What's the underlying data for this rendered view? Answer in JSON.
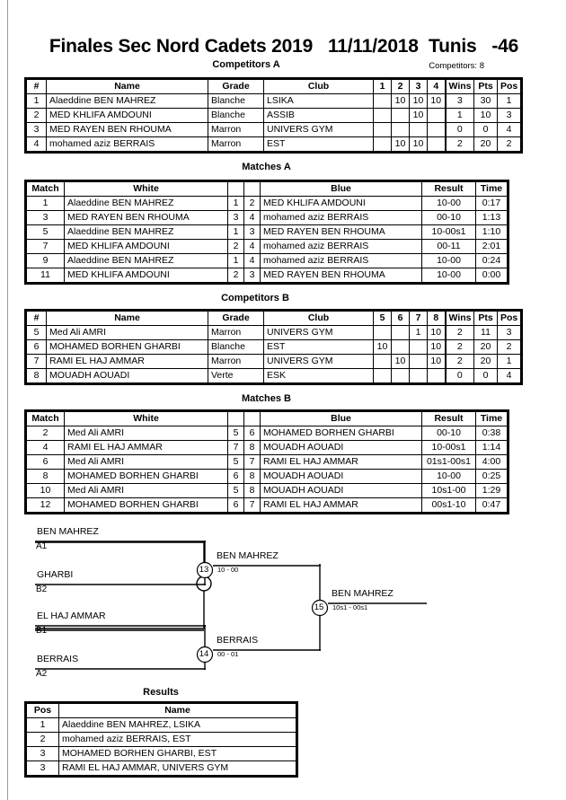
{
  "header": {
    "title": "Finales Sec Nord Cadets 2019   11/11/2018  Tunis   -46",
    "competitors_count_label": "Competitors: 8"
  },
  "sections": {
    "competitors_a": "Competitors A",
    "matches_a": "Matches A",
    "competitors_b": "Competitors B",
    "matches_b": "Matches B",
    "results": "Results"
  },
  "competitors_table": {
    "headers": [
      "#",
      "Name",
      "Grade",
      "Club",
      "Wins",
      "Pts",
      "Pos"
    ],
    "group_a": {
      "round_headers": [
        "1",
        "2",
        "3",
        "4"
      ],
      "rows": [
        {
          "num": "1",
          "name": "Alaeddine BEN MAHREZ",
          "grade": "Blanche",
          "club": "LSIKA",
          "scores": [
            "",
            "10",
            "10",
            "10"
          ],
          "wins": "3",
          "pts": "30",
          "pos": "1"
        },
        {
          "num": "2",
          "name": "MED KHLIFA AMDOUNI",
          "grade": "Blanche",
          "club": "ASSIB",
          "scores": [
            "",
            "",
            "10",
            ""
          ],
          "wins": "1",
          "pts": "10",
          "pos": "3"
        },
        {
          "num": "3",
          "name": "MED RAYEN BEN RHOUMA",
          "grade": "Marron",
          "club": "UNIVERS GYM",
          "scores": [
            "",
            "",
            "",
            ""
          ],
          "wins": "0",
          "pts": "0",
          "pos": "4"
        },
        {
          "num": "4",
          "name": "mohamed aziz BERRAIS",
          "grade": "Marron",
          "club": "EST",
          "scores": [
            "",
            "10",
            "10",
            ""
          ],
          "wins": "2",
          "pts": "20",
          "pos": "2"
        }
      ]
    },
    "group_b": {
      "round_headers": [
        "5",
        "6",
        "7",
        "8"
      ],
      "rows": [
        {
          "num": "5",
          "name": "Med Ali AMRI",
          "grade": "Marron",
          "club": "UNIVERS GYM",
          "scores": [
            "",
            "",
            "1",
            "10"
          ],
          "wins": "2",
          "pts": "11",
          "pos": "3"
        },
        {
          "num": "6",
          "name": "MOHAMED BORHEN GHARBI",
          "grade": "Blanche",
          "club": "EST",
          "scores": [
            "10",
            "",
            "",
            "10"
          ],
          "wins": "2",
          "pts": "20",
          "pos": "2"
        },
        {
          "num": "7",
          "name": "RAMI EL HAJ AMMAR",
          "grade": "Marron",
          "club": "UNIVERS GYM",
          "scores": [
            "",
            "10",
            "",
            "10"
          ],
          "wins": "2",
          "pts": "20",
          "pos": "1"
        },
        {
          "num": "8",
          "name": "MOUADH AOUADI",
          "grade": "Verte",
          "club": "ESK",
          "scores": [
            "",
            "",
            "",
            ""
          ],
          "wins": "0",
          "pts": "0",
          "pos": "4"
        }
      ]
    }
  },
  "matches_table": {
    "headers": [
      "Match",
      "White",
      "Blue",
      "Result",
      "Time"
    ],
    "group_a": [
      {
        "match": "1",
        "white": "Alaeddine BEN MAHREZ",
        "white_seed": "1",
        "blue_seed": "2",
        "blue": "MED KHLIFA AMDOUNI",
        "result": "10-00",
        "time": "0:17"
      },
      {
        "match": "3",
        "white": "MED RAYEN BEN RHOUMA",
        "white_seed": "3",
        "blue_seed": "4",
        "blue": "mohamed aziz BERRAIS",
        "result": "00-10",
        "time": "1:13"
      },
      {
        "match": "5",
        "white": "Alaeddine BEN MAHREZ",
        "white_seed": "1",
        "blue_seed": "3",
        "blue": "MED RAYEN BEN RHOUMA",
        "result": "10-00s1",
        "time": "1:10"
      },
      {
        "match": "7",
        "white": "MED KHLIFA AMDOUNI",
        "white_seed": "2",
        "blue_seed": "4",
        "blue": "mohamed aziz BERRAIS",
        "result": "00-11",
        "time": "2:01"
      },
      {
        "match": "9",
        "white": "Alaeddine BEN MAHREZ",
        "white_seed": "1",
        "blue_seed": "4",
        "blue": "mohamed aziz BERRAIS",
        "result": "10-00",
        "time": "0:24"
      },
      {
        "match": "11",
        "white": "MED KHLIFA AMDOUNI",
        "white_seed": "2",
        "blue_seed": "3",
        "blue": "MED RAYEN BEN RHOUMA",
        "result": "10-00",
        "time": "0:00"
      }
    ],
    "group_b": [
      {
        "match": "2",
        "white": "Med Ali AMRI",
        "white_seed": "5",
        "blue_seed": "6",
        "blue": "MOHAMED BORHEN GHARBI",
        "result": "00-10",
        "time": "0:38"
      },
      {
        "match": "4",
        "white": "RAMI EL HAJ AMMAR",
        "white_seed": "7",
        "blue_seed": "8",
        "blue": "MOUADH AOUADI",
        "result": "10-00s1",
        "time": "1:14"
      },
      {
        "match": "6",
        "white": "Med Ali AMRI",
        "white_seed": "5",
        "blue_seed": "7",
        "blue": "RAMI EL HAJ AMMAR",
        "result": "01s1-00s1",
        "time": "4:00"
      },
      {
        "match": "8",
        "white": "MOHAMED BORHEN GHARBI",
        "white_seed": "6",
        "blue_seed": "8",
        "blue": "MOUADH AOUADI",
        "result": "10-00",
        "time": "0:25"
      },
      {
        "match": "10",
        "white": "Med Ali AMRI",
        "white_seed": "5",
        "blue_seed": "8",
        "blue": "MOUADH AOUADI",
        "result": "10s1-00",
        "time": "1:29"
      },
      {
        "match": "12",
        "white": "MOHAMED BORHEN GHARBI",
        "white_seed": "6",
        "blue_seed": "7",
        "blue": "RAMI EL HAJ AMMAR",
        "result": "00s1-10",
        "time": "0:47"
      }
    ]
  },
  "bracket": {
    "entrants": [
      {
        "name": "BEN MAHREZ",
        "seed": "A1"
      },
      {
        "name": "GHARBI",
        "seed": "B2"
      },
      {
        "name": "EL HAJ AMMAR",
        "seed": "B1"
      },
      {
        "name": "BERRAIS",
        "seed": "A2"
      }
    ],
    "semifinals": [
      {
        "number": "13",
        "winner": "BEN MAHREZ",
        "score": "10 - 00"
      },
      {
        "number": "14",
        "winner": "BERRAIS",
        "score": "00 - 01"
      }
    ],
    "final": {
      "number": "15",
      "winner": "BEN MAHREZ",
      "score": "10s1 - 00s1"
    }
  },
  "results_table": {
    "headers": [
      "Pos",
      "Name"
    ],
    "rows": [
      {
        "pos": "1",
        "name": "Alaeddine BEN MAHREZ, LSIKA"
      },
      {
        "pos": "2",
        "name": "mohamed aziz BERRAIS, EST"
      },
      {
        "pos": "3",
        "name": "MOHAMED BORHEN GHARBI, EST"
      },
      {
        "pos": "3",
        "name": "RAMI EL HAJ AMMAR, UNIVERS GYM"
      }
    ]
  }
}
